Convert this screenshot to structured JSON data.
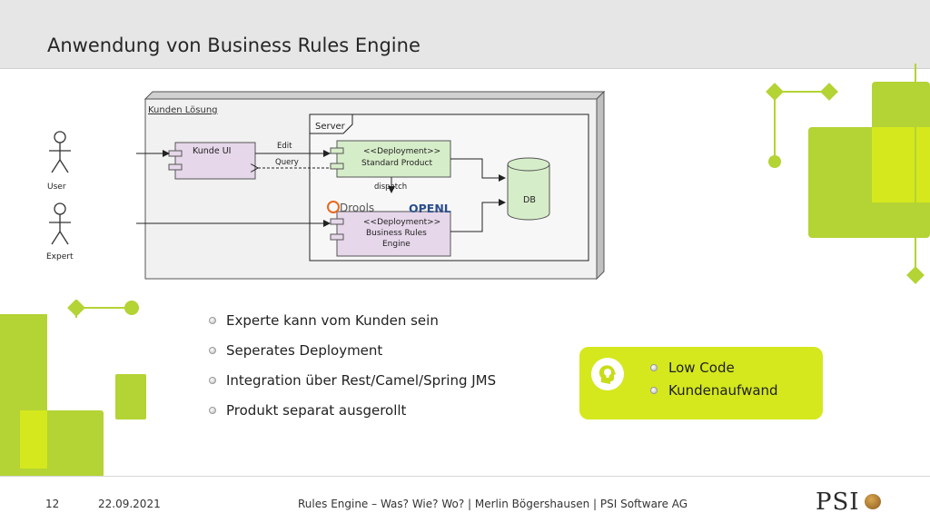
{
  "header": {
    "title": "Anwendung von Business Rules Engine"
  },
  "diagram": {
    "frame_label": "Kunden Lösung",
    "server_label": "Server",
    "actors": [
      "User",
      "Expert"
    ],
    "kunde_ui": "Kunde UI",
    "standard_product": [
      "<<Deployment>>",
      "Standard Product"
    ],
    "business_rules": [
      "<<Deployment>>",
      "Business Rules",
      "Engine"
    ],
    "db": "DB",
    "edges": {
      "edit": "Edit",
      "query": "Query",
      "dispatch": "dispatch"
    },
    "logos": {
      "drools": "Drools",
      "openl": "OPENL"
    }
  },
  "bullets": [
    "Experte kann vom Kunden sein",
    "Seperates Deployment",
    "Integration über Rest/Camel/Spring JMS",
    "Produkt separat ausgerollt"
  ],
  "highlight_box": {
    "items": [
      "Low Code",
      "Kundenaufwand"
    ],
    "icon": "lightbulb-head-icon"
  },
  "footer": {
    "page_number": "12",
    "date": "22.09.2021",
    "text": "Rules Engine – Was? Wie? Wo? | Merlin Bögershausen | PSI Software AG",
    "logo": "PSI"
  },
  "colors": {
    "accent_green": "#b4d334",
    "accent_lime": "#d4e81d",
    "component_purple": "#e6d7ea",
    "component_green": "#d6edc9"
  }
}
